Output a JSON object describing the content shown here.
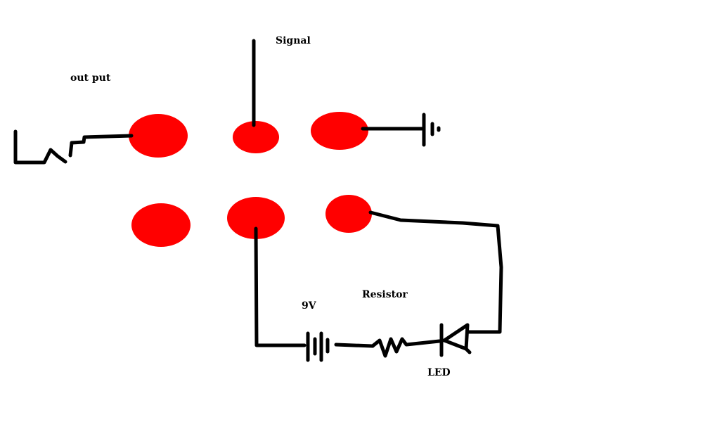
{
  "labels": {
    "output": "out put",
    "signal": "Signal",
    "nine_volt": "9V",
    "resistor": "Resistor",
    "led": "LED"
  },
  "colors": {
    "pad": "#ff0000",
    "wire": "#000000",
    "background": "#ffffff"
  },
  "components": [
    "terminal-pad",
    "ground-symbol",
    "battery-symbol",
    "resistor-symbol",
    "led-symbol",
    "output-jack-symbol"
  ]
}
